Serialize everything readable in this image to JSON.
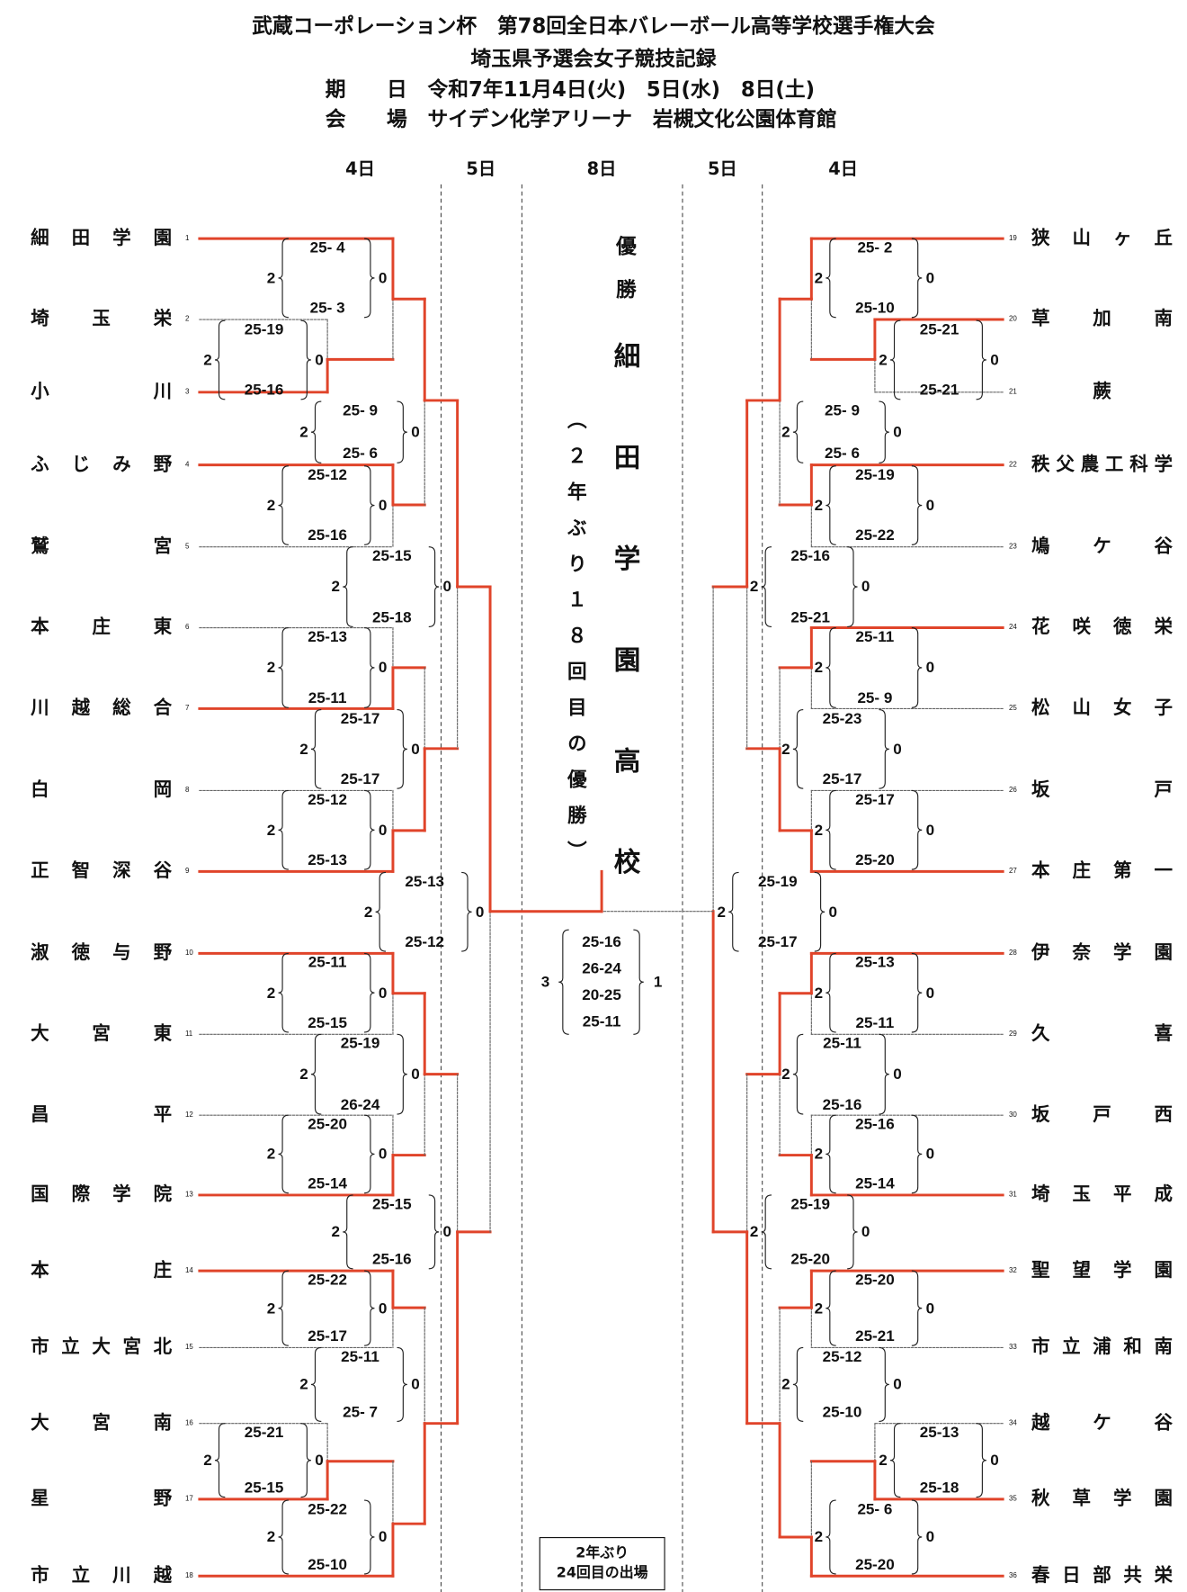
{
  "header": {
    "title": "武蔵コーポレーション杯　第78回全日本バレーボール高等学校選手権大会",
    "subtitle": "埼玉県予選会女子競技記録",
    "date_label": "期　　日",
    "date_value": "令和7年11月4日(火)　5日(水)　8日(土)",
    "venue_label": "会　　場",
    "venue_value": "サイデン化学アリーナ　岩槻文化公園体育館"
  },
  "day_headers": [
    "4日",
    "5日",
    "8日",
    "5日",
    "4日"
  ],
  "teams": [
    {
      "seed": "1",
      "name": "細田学園"
    },
    {
      "seed": "2",
      "name": "埼玉栄"
    },
    {
      "seed": "3",
      "name": "小川"
    },
    {
      "seed": "4",
      "name": "ふじみ野"
    },
    {
      "seed": "5",
      "name": "鷲宮"
    },
    {
      "seed": "6",
      "name": "本庄東"
    },
    {
      "seed": "7",
      "name": "川越総合"
    },
    {
      "seed": "8",
      "name": "白岡"
    },
    {
      "seed": "9",
      "name": "正智深谷"
    },
    {
      "seed": "10",
      "name": "淑徳与野"
    },
    {
      "seed": "11",
      "name": "大宮東"
    },
    {
      "seed": "12",
      "name": "昌平"
    },
    {
      "seed": "13",
      "name": "国際学院"
    },
    {
      "seed": "14",
      "name": "本庄"
    },
    {
      "seed": "15",
      "name": "市立大宮北"
    },
    {
      "seed": "16",
      "name": "大宮南"
    },
    {
      "seed": "17",
      "name": "星野"
    },
    {
      "seed": "18",
      "name": "市立川越"
    },
    {
      "seed": "19",
      "name": "狭山ヶ丘"
    },
    {
      "seed": "20",
      "name": "草加南"
    },
    {
      "seed": "21",
      "name": "蕨"
    },
    {
      "seed": "22",
      "name": "秩父農工科学"
    },
    {
      "seed": "23",
      "name": "鳩ケ谷"
    },
    {
      "seed": "24",
      "name": "花咲徳栄"
    },
    {
      "seed": "25",
      "name": "松山女子"
    },
    {
      "seed": "26",
      "name": "坂戸"
    },
    {
      "seed": "27",
      "name": "本庄第一"
    },
    {
      "seed": "28",
      "name": "伊奈学園"
    },
    {
      "seed": "29",
      "name": "久喜"
    },
    {
      "seed": "30",
      "name": "坂戸西"
    },
    {
      "seed": "31",
      "name": "埼玉平成"
    },
    {
      "seed": "32",
      "name": "聖望学園"
    },
    {
      "seed": "33",
      "name": "市立浦和南"
    },
    {
      "seed": "34",
      "name": "越ケ谷"
    },
    {
      "seed": "35",
      "name": "秋草学園"
    },
    {
      "seed": "36",
      "name": "春日部共栄"
    }
  ],
  "matches": {
    "A": {
      "winner": "bottom",
      "left_sets": "2",
      "right_sets": "0",
      "scores": [
        "25-19",
        "25-16"
      ]
    },
    "B": {
      "winner": "top",
      "left_sets": "2",
      "right_sets": "0",
      "scores": [
        "25- 4",
        "25- 3"
      ]
    },
    "C": {
      "winner": "top",
      "left_sets": "2",
      "right_sets": "0",
      "scores": [
        "25-12",
        "25-16"
      ]
    },
    "D": {
      "winner": "top",
      "left_sets": "2",
      "right_sets": "0",
      "scores": [
        "25- 9",
        "25- 6"
      ]
    },
    "E": {
      "winner": "bottom",
      "left_sets": "2",
      "right_sets": "0",
      "scores": [
        "25-13",
        "25-11"
      ]
    },
    "F": {
      "winner": "bottom",
      "left_sets": "2",
      "right_sets": "0",
      "scores": [
        "25-12",
        "25-13"
      ]
    },
    "G": {
      "winner": "bottom",
      "left_sets": "2",
      "right_sets": "0",
      "scores": [
        "25-17",
        "25-17"
      ]
    },
    "H": {
      "winner": "top",
      "left_sets": "2",
      "right_sets": "0",
      "scores": [
        "25-15",
        "25-18"
      ]
    },
    "I": {
      "winner": "top",
      "left_sets": "2",
      "right_sets": "0",
      "scores": [
        "25-11",
        "25-15"
      ]
    },
    "J": {
      "winner": "bottom",
      "left_sets": "2",
      "right_sets": "0",
      "scores": [
        "25-20",
        "25-14"
      ]
    },
    "K": {
      "winner": "top",
      "left_sets": "2",
      "right_sets": "0",
      "scores": [
        "25-19",
        "26-24"
      ]
    },
    "L": {
      "winner": "top",
      "left_sets": "2",
      "right_sets": "0",
      "scores": [
        "25-22",
        "25-17"
      ]
    },
    "M": {
      "winner": "bottom",
      "left_sets": "2",
      "right_sets": "0",
      "scores": [
        "25-21",
        "25-15"
      ]
    },
    "N": {
      "winner": "bottom",
      "left_sets": "2",
      "right_sets": "0",
      "scores": [
        "25-22",
        "25-10"
      ]
    },
    "O": {
      "winner": "bottom",
      "left_sets": "2",
      "right_sets": "0",
      "scores": [
        "25-11",
        "25- 7"
      ]
    },
    "P": {
      "winner": "bottom",
      "left_sets": "2",
      "right_sets": "0",
      "scores": [
        "25-15",
        "25-16"
      ]
    },
    "SFL": {
      "winner": "top",
      "left_sets": "2",
      "right_sets": "0",
      "scores": [
        "25-13",
        "25-12"
      ]
    },
    "a": {
      "winner": "top",
      "left_sets": "2",
      "right_sets": "0",
      "scores": [
        "25-21",
        "25-21"
      ]
    },
    "b": {
      "winner": "top",
      "left_sets": "2",
      "right_sets": "0",
      "scores": [
        "25- 2",
        "25-10"
      ]
    },
    "c": {
      "winner": "top",
      "left_sets": "2",
      "right_sets": "0",
      "scores": [
        "25-19",
        "25-22"
      ]
    },
    "d": {
      "winner": "top",
      "left_sets": "2",
      "right_sets": "0",
      "scores": [
        "25- 9",
        "25- 6"
      ]
    },
    "e": {
      "winner": "top",
      "left_sets": "2",
      "right_sets": "0",
      "scores": [
        "25-11",
        "25- 9"
      ]
    },
    "f": {
      "winner": "bottom",
      "left_sets": "2",
      "right_sets": "0",
      "scores": [
        "25-17",
        "25-20"
      ]
    },
    "g": {
      "winner": "bottom",
      "left_sets": "2",
      "right_sets": "0",
      "scores": [
        "25-23",
        "25-17"
      ]
    },
    "h": {
      "winner": "top",
      "left_sets": "2",
      "right_sets": "0",
      "scores": [
        "25-16",
        "25-21"
      ]
    },
    "i": {
      "winner": "top",
      "left_sets": "2",
      "right_sets": "0",
      "scores": [
        "25-13",
        "25-11"
      ]
    },
    "j": {
      "winner": "bottom",
      "left_sets": "2",
      "right_sets": "0",
      "scores": [
        "25-16",
        "25-14"
      ]
    },
    "k": {
      "winner": "top",
      "left_sets": "2",
      "right_sets": "0",
      "scores": [
        "25-11",
        "25-16"
      ]
    },
    "l": {
      "winner": "top",
      "left_sets": "2",
      "right_sets": "0",
      "scores": [
        "25-20",
        "25-21"
      ]
    },
    "m": {
      "winner": "bottom",
      "left_sets": "2",
      "right_sets": "0",
      "scores": [
        "25-13",
        "25-18"
      ]
    },
    "n": {
      "winner": "bottom",
      "left_sets": "2",
      "right_sets": "0",
      "scores": [
        "25- 6",
        "25-20"
      ]
    },
    "o": {
      "winner": "bottom",
      "left_sets": "2",
      "right_sets": "0",
      "scores": [
        "25-12",
        "25-10"
      ]
    },
    "p": {
      "winner": "bottom",
      "left_sets": "2",
      "right_sets": "0",
      "scores": [
        "25-19",
        "25-20"
      ]
    },
    "SFR": {
      "winner": "bottom",
      "left_sets": "2",
      "right_sets": "0",
      "scores": [
        "25-19",
        "25-17"
      ]
    }
  },
  "final": {
    "winner": "left",
    "left_sets": "3",
    "right_sets": "1",
    "scores": [
      "25-16",
      "26-24",
      "20-25",
      "25-11"
    ]
  },
  "champion": {
    "label": "優勝",
    "name": "細田学園高校",
    "note": "（２年ぶり１８回目の優勝）"
  },
  "runner_up_note": [
    "2年ぶり",
    "24回目の出場"
  ],
  "colors": {
    "winner_line": "#e0442a",
    "loser_line": "#666666",
    "text": "#111111"
  }
}
